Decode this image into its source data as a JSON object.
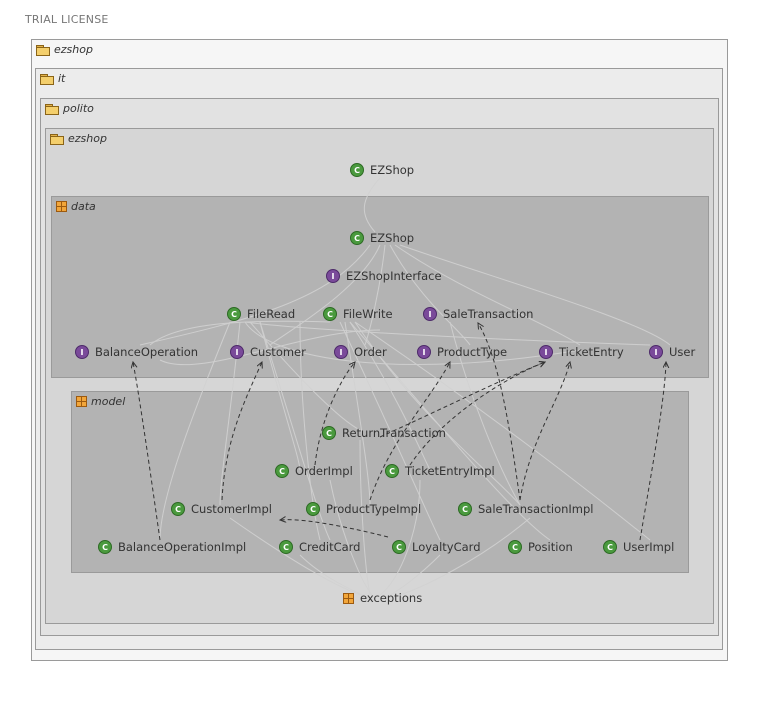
{
  "banner": "TRIAL LICENSE",
  "packages": {
    "root": "ezshop",
    "it": "it",
    "polito": "polito",
    "inner": "ezshop",
    "data": "data",
    "model": "model",
    "exceptions": "exceptions"
  },
  "nodes": {
    "ezshop_top": {
      "kind": "C",
      "label": "EZShop"
    },
    "ezshop_data": {
      "kind": "C",
      "label": "EZShop"
    },
    "ezshop_interface": {
      "kind": "I",
      "label": "EZShopInterface"
    },
    "fileread": {
      "kind": "C",
      "label": "FileRead"
    },
    "filewrite": {
      "kind": "C",
      "label": "FileWrite"
    },
    "saletransaction": {
      "kind": "I",
      "label": "SaleTransaction"
    },
    "balanceoperation": {
      "kind": "I",
      "label": "BalanceOperation"
    },
    "customer": {
      "kind": "I",
      "label": "Customer"
    },
    "order": {
      "kind": "I",
      "label": "Order"
    },
    "producttype": {
      "kind": "I",
      "label": "ProductType"
    },
    "ticketentry": {
      "kind": "I",
      "label": "TicketEntry"
    },
    "user": {
      "kind": "I",
      "label": "User"
    },
    "returntransaction": {
      "kind": "C",
      "label": "ReturnTransaction"
    },
    "orderimpl": {
      "kind": "C",
      "label": "OrderImpl"
    },
    "ticketentryimpl": {
      "kind": "C",
      "label": "TicketEntryImpl"
    },
    "customerimpl": {
      "kind": "C",
      "label": "CustomerImpl"
    },
    "producttypeimpl": {
      "kind": "C",
      "label": "ProductTypeImpl"
    },
    "saletransactionimpl": {
      "kind": "C",
      "label": "SaleTransactionImpl"
    },
    "balanceoperationimpl": {
      "kind": "C",
      "label": "BalanceOperationImpl"
    },
    "creditcard": {
      "kind": "C",
      "label": "CreditCard"
    },
    "loyaltycard": {
      "kind": "C",
      "label": "LoyaltyCard"
    },
    "position": {
      "kind": "C",
      "label": "Position"
    },
    "userimpl": {
      "kind": "C",
      "label": "UserImpl"
    }
  },
  "colors": {
    "class_badge": "#4a9a3e",
    "interface_badge": "#7a4a9a",
    "package_icon": "#f2a63a"
  }
}
